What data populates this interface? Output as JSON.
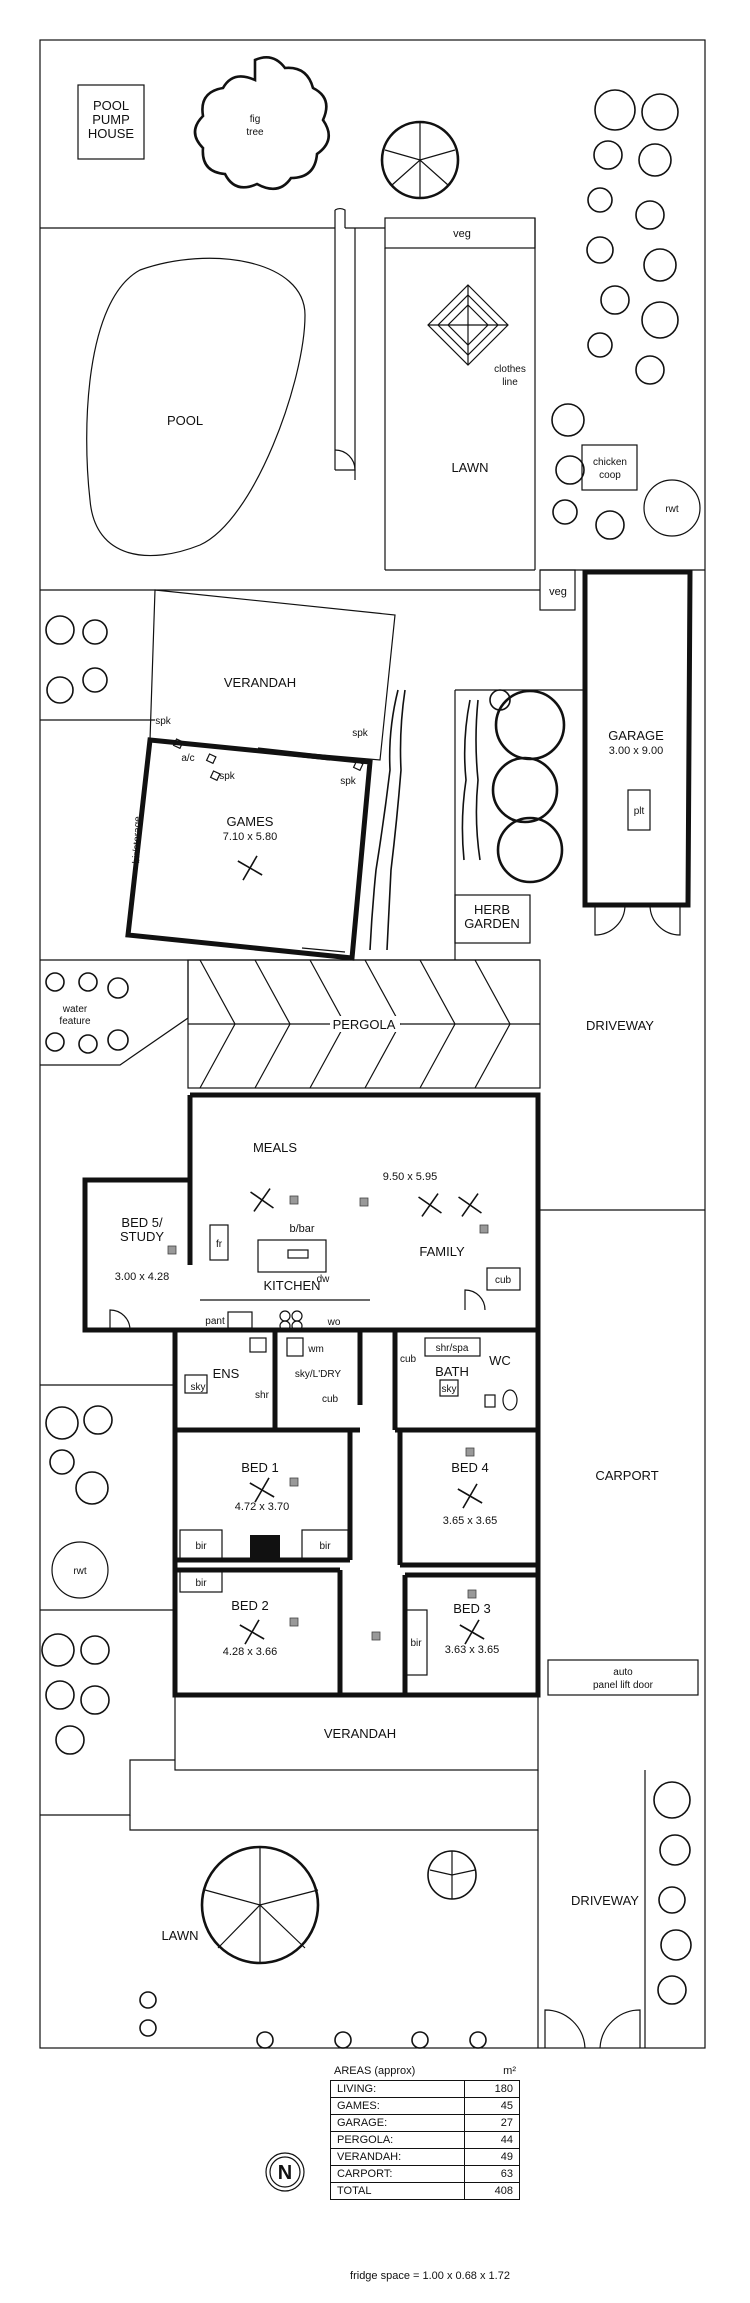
{
  "labels": {
    "pool_pump_house": [
      "POOL",
      "PUMP",
      "HOUSE"
    ],
    "fig_tree": [
      "fig",
      "tree"
    ],
    "veg_top": "veg",
    "veg_mid": "veg",
    "pool": "POOL",
    "clothes_line": [
      "clothes",
      "line"
    ],
    "lawn_top": "LAWN",
    "chicken_coop": [
      "chicken",
      "coop"
    ],
    "rwt_top": "rwt",
    "rwt_bottom": "rwt",
    "verandah_top": "VERANDAH",
    "spk": "spk",
    "ac": "a/c",
    "games": "GAMES",
    "games_dim": "7.10 x 5.80",
    "bir_storage": "bir/storage",
    "garage": "GARAGE",
    "garage_dim": "3.00 x 9.00",
    "plt": "plt",
    "herb_garden": [
      "HERB",
      "GARDEN"
    ],
    "water_feature": [
      "water",
      "feature"
    ],
    "pergola": "PERGOLA",
    "driveway": "DRIVEWAY",
    "meals": "MEALS",
    "main_dim": "9.50 x 5.95",
    "bbar": "b/bar",
    "family": "FAMILY",
    "kitchen": "KITCHEN",
    "dw": "dw",
    "fr": "fr",
    "pant": "pant",
    "wo": "wo",
    "cub": "cub",
    "bed5": [
      "BED 5/",
      "STUDY"
    ],
    "bed5_dim": "3.00 x 4.28",
    "ens": "ENS",
    "sky": "sky",
    "shr": "shr",
    "wm": "wm",
    "sky_ldry": "sky/L'DRY",
    "shr_spa": "shr/spa",
    "bath": "BATH",
    "wc": "WC",
    "bed1": "BED 1",
    "bed1_dim": "4.72 x 3.70",
    "bir": "bir",
    "bed4": "BED 4",
    "bed4_dim": "3.65 x 3.65",
    "carport": "CARPORT",
    "bed2": "BED 2",
    "bed2_dim": "4.28 x 3.66",
    "bed3": "BED 3",
    "bed3_dim": "3.63 x 3.65",
    "auto_door": [
      "auto",
      "panel lift door"
    ],
    "verandah_bottom": "VERANDAH",
    "lawn_bottom": "LAWN",
    "compass": "N"
  },
  "areas": {
    "title": "AREAS (approx)",
    "unit": "m²",
    "rows": [
      {
        "name": "LIVING:",
        "value": "180"
      },
      {
        "name": "GAMES:",
        "value": "45"
      },
      {
        "name": "GARAGE:",
        "value": "27"
      },
      {
        "name": "PERGOLA:",
        "value": "44"
      },
      {
        "name": "VERANDAH:",
        "value": "49"
      },
      {
        "name": "CARPORT:",
        "value": "63"
      }
    ],
    "total": {
      "name": "TOTAL",
      "value": "408"
    }
  },
  "fridge_note": "fridge space = 1.00 x 0.68 x 1.72"
}
